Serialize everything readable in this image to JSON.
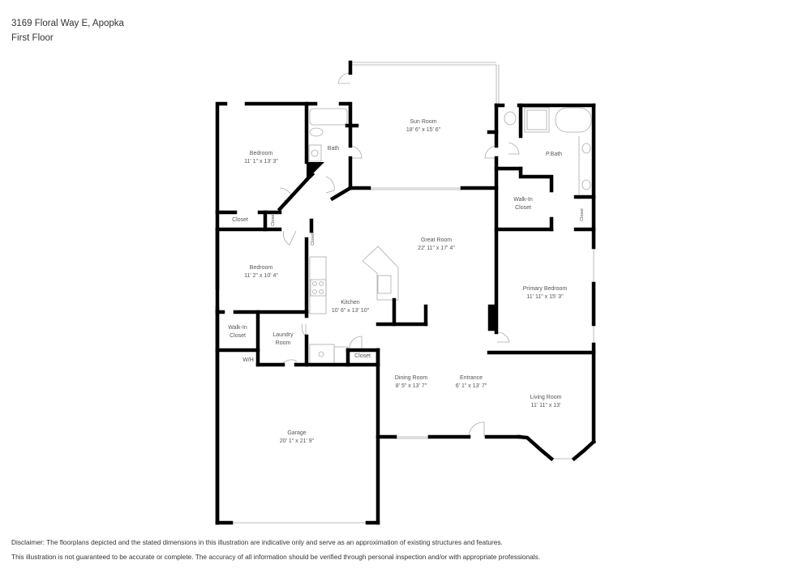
{
  "header": {
    "address": "3169 Floral Way E, Apopka",
    "floor": "First Floor"
  },
  "rooms": {
    "bedroom1": {
      "name": "Bedroom",
      "dims": "11' 1\" x 13' 3\""
    },
    "bath": {
      "name": "Bath"
    },
    "sun_room": {
      "name": "Sun Room",
      "dims": "18' 6\" x 15' 6\""
    },
    "p_bath": {
      "name": "P.Bath"
    },
    "walk_in_closet_primary": {
      "name_line1": "Walk-In",
      "name_line2": "Closet"
    },
    "closet_primary": {
      "name": "Closet"
    },
    "closet_bed1": {
      "name": "Closet"
    },
    "closet_small1": {
      "name": "Closet"
    },
    "closet_small2": {
      "name": "Closet"
    },
    "great_room": {
      "name": "Great Room",
      "dims": "22' 11\" x 17' 4\""
    },
    "bedroom2": {
      "name": "Bedroom",
      "dims": "11' 2\" x 10' 4\""
    },
    "kitchen": {
      "name": "Kitchen",
      "dims": "10' 6\" x 13' 10\""
    },
    "primary_bedroom": {
      "name": "Primary Bedroom",
      "dims": "11' 11\" x 15' 3\""
    },
    "walk_in_closet2": {
      "name_line1": "Walk-In",
      "name_line2": "Closet"
    },
    "laundry": {
      "name_line1": "Laundry",
      "name_line2": "Room"
    },
    "closet_kitchen": {
      "name": "Closet"
    },
    "wh": {
      "name": "W/H"
    },
    "dining_room": {
      "name": "Dining Room",
      "dims": "8' 5\" x 13' 7\""
    },
    "entrance": {
      "name": "Entrance",
      "dims": "6' 1\" x 13' 7\""
    },
    "living_room": {
      "name": "Living Room",
      "dims": "11' 11\" x 13'"
    },
    "garage": {
      "name": "Garage",
      "dims": "20' 1\" x 21' 9\""
    }
  },
  "disclaimer": {
    "line1": "Disclaimer: The floorplans depicted and the stated dimensions in this illustration are indicative only and serve as an approximation of existing structures and features.",
    "line2": "This illustration is not guaranteed to be accurate or complete. The accuracy of all information should be verified through personal inspection and/or with appropriate professionals."
  },
  "colors": {
    "wall": "#000000",
    "fixture": "#999999",
    "text": "#555555"
  }
}
